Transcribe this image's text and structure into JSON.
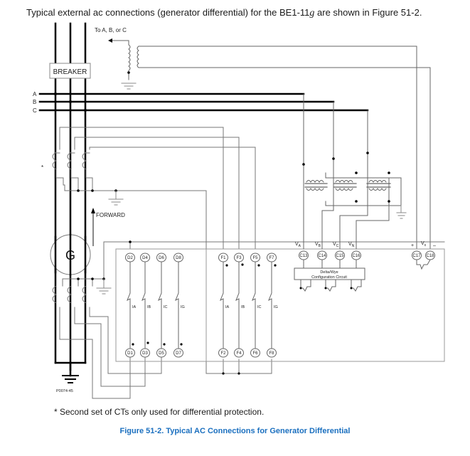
{
  "intro": {
    "prefix": "Typical external ac connections (generator differential) for the BE1-11",
    "model_suffix": "g",
    "suffix": " are shown in Figure 51-2."
  },
  "diagram": {
    "vt_label": "To A, B, or C",
    "breaker_label": "BREAKER",
    "phase_labels": [
      "A",
      "B",
      "C"
    ],
    "ct_note_marker": "*",
    "forward_label": "FORWARD",
    "generator_label": "G",
    "drawing_id": "P0074-45",
    "d_top_terminals": [
      "D2",
      "D4",
      "D6",
      "D8"
    ],
    "d_bottom_terminals": [
      "D1",
      "D3",
      "D5",
      "D7"
    ],
    "f_top_terminals": [
      "F1",
      "F3",
      "F5",
      "F7"
    ],
    "f_bottom_terminals": [
      "F2",
      "F4",
      "F6",
      "F8"
    ],
    "current_inputs": [
      "IA",
      "IB",
      "IC",
      "IG"
    ],
    "voltage_labels": [
      {
        "main": "V",
        "sub": "A"
      },
      {
        "main": "V",
        "sub": "B"
      },
      {
        "main": "V",
        "sub": "C"
      },
      {
        "main": "V",
        "sub": "N"
      }
    ],
    "voltage_terminals": [
      "C13",
      "C14",
      "C15",
      "C16"
    ],
    "vx_label": {
      "main": "V",
      "sub": "x"
    },
    "vx_plus": "+",
    "vx_minus": "–",
    "vx_terminals": [
      "C17",
      "C18"
    ],
    "config_circuit_line1": "Delta/Wye",
    "config_circuit_line2": "Configuration Circuit"
  },
  "footnote": "*  Second set of CTs only used for differential protection.",
  "caption": "Figure 51-2. Typical AC Connections for Generator Differential",
  "colors": {
    "caption": "#1a6fbf",
    "bus": "#000000",
    "wire": "#666666"
  }
}
